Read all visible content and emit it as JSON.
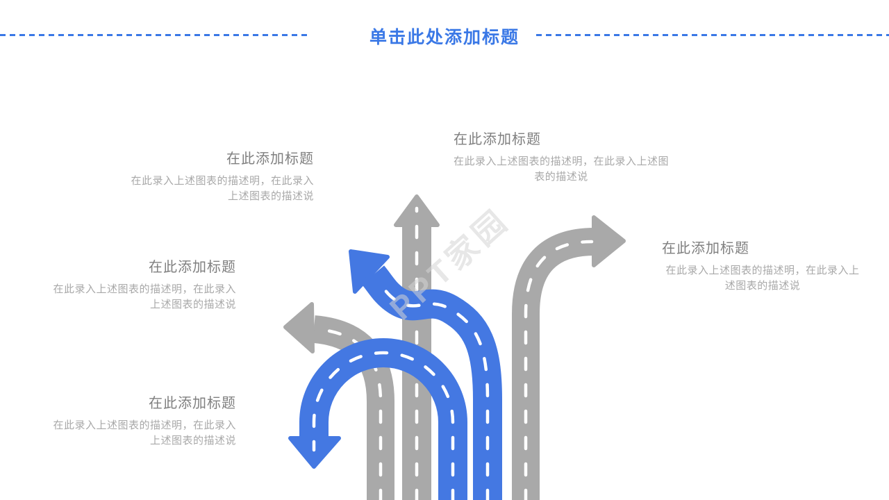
{
  "header": {
    "title": "单击此处添加标题"
  },
  "blocks": [
    {
      "id": "top-left",
      "title": "在此添加标题",
      "lines": [
        "在此录入上述图表的描述明，在此录入",
        "上述图表的描述说"
      ]
    },
    {
      "id": "top-center",
      "title": "在此添加标题",
      "lines": [
        "在此录入上述图表的描述明，在此录入上述图",
        "表的描述说"
      ]
    },
    {
      "id": "middle-left",
      "title": "在此添加标题",
      "lines": [
        "在此录入上述图表的描述明，在此录入",
        "上述图表的描述说"
      ]
    },
    {
      "id": "middle-right",
      "title": "在此添加标题",
      "lines": [
        "在此录入上述图表的描述明，在此录入上",
        "述图表的描述说"
      ]
    },
    {
      "id": "bottom-left",
      "title": "在此添加标题",
      "lines": [
        "在此录入上述图表的描述明，在此录入",
        "上述图表的描述说"
      ]
    }
  ],
  "diagram": {
    "description": "five road-style arrows branching from bottom",
    "arrows": [
      {
        "name": "straight-up-road-arrow",
        "color": "gray"
      },
      {
        "name": "curve-left-road-arrow",
        "color": "gray"
      },
      {
        "name": "curve-right-road-arrow",
        "color": "gray"
      },
      {
        "name": "s-curve-up-left-road-arrow",
        "color": "blue"
      },
      {
        "name": "u-turn-down-road-arrow",
        "color": "blue"
      }
    ]
  },
  "watermark": {
    "text": "PPT家园"
  },
  "colors": {
    "accent": "#3A78E6",
    "road_gray": "#A9A9A9",
    "road_blue": "#4478E2",
    "heading_gray": "#7F7F7F",
    "body_gray": "#A8A8A8",
    "watermark_gray": "#D4D4D4"
  }
}
